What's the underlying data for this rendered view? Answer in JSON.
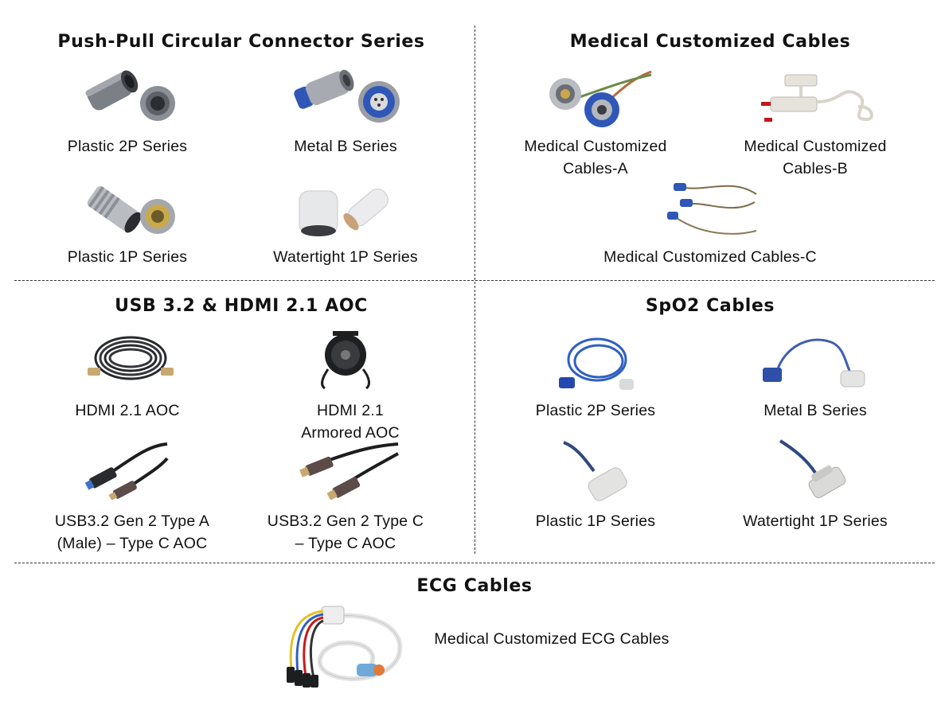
{
  "sections": {
    "push_pull": {
      "title": "Push-Pull Circular Connector Series",
      "items": [
        "Plastic 2P Series",
        "Metal B Series",
        "Plastic 1P Series",
        "Watertight 1P Series"
      ]
    },
    "medical": {
      "title": "Medical Customized Cables",
      "items": [
        "Medical Customized\nCables-A",
        "Medical Customized\nCables-B",
        "Medical Customized Cables-C"
      ]
    },
    "aoc": {
      "title": "USB 3.2 & HDMI 2.1 AOC",
      "items": [
        "HDMI 2.1 AOC",
        "HDMI 2.1\nArmored AOC",
        "USB3.2 Gen 2 Type A\n(Male) – Type C AOC",
        "USB3.2 Gen 2 Type C\n– Type C AOC"
      ]
    },
    "spo2": {
      "title": "SpO2 Cables",
      "items": [
        "Plastic 2P Series",
        "Metal B Series",
        "Plastic 1P Series",
        "Watertight 1P Series"
      ]
    },
    "ecg": {
      "title": "ECG Cables",
      "items": [
        "Medical Customized ECG Cables"
      ]
    }
  },
  "colors": {
    "divider": "#333333",
    "connector_blue": "#2f57b8",
    "cable_blue": "#2f5fc2",
    "connector_gray": "#9a9ea4"
  }
}
